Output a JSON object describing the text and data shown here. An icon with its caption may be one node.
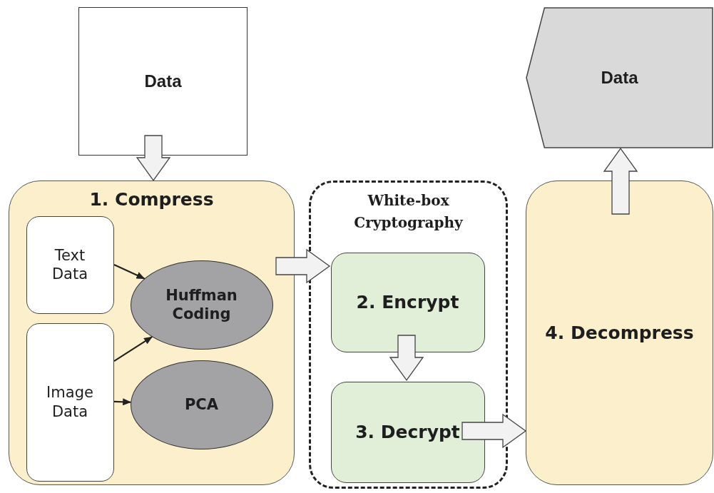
{
  "diagram": {
    "nodes": [
      {
        "text": [
          "Data"
        ]
      },
      {
        "text": [
          "1. Compress"
        ]
      },
      {
        "text": [
          "Text Data"
        ],
        "in": 1
      },
      {
        "text": [
          "Image Data"
        ],
        "in": 1
      },
      {
        "text": [
          "Huffman Coding"
        ],
        "in": 1
      },
      {
        "text": [
          "PCA"
        ],
        "in": 1
      },
      {
        "text": [
          "White-box Cryptography"
        ]
      },
      {
        "text": [
          "2. Encrypt"
        ],
        "in": 6
      },
      {
        "text": [
          "3. Decrypt"
        ],
        "in": 6
      },
      {
        "text": [
          "4. Decompress"
        ]
      },
      {
        "text": [
          "Data"
        ]
      }
    ],
    "edges": [
      {
        "from": 0,
        "to": 1,
        "arrow": "to"
      },
      {
        "from": 2,
        "to": 4,
        "arrow": "to",
        "color": "#222222"
      },
      {
        "from": 3,
        "to": 4,
        "arrow": "to",
        "color": "#222222"
      },
      {
        "from": 3,
        "to": 5,
        "arrow": "to",
        "color": "#222222"
      },
      {
        "from": 1,
        "to": 7,
        "arrow": "to"
      },
      {
        "from": 7,
        "to": 8,
        "arrow": "to"
      },
      {
        "from": 8,
        "to": 9,
        "arrow": "to"
      },
      {
        "from": 9,
        "to": 10,
        "arrow": "to"
      }
    ]
  }
}
